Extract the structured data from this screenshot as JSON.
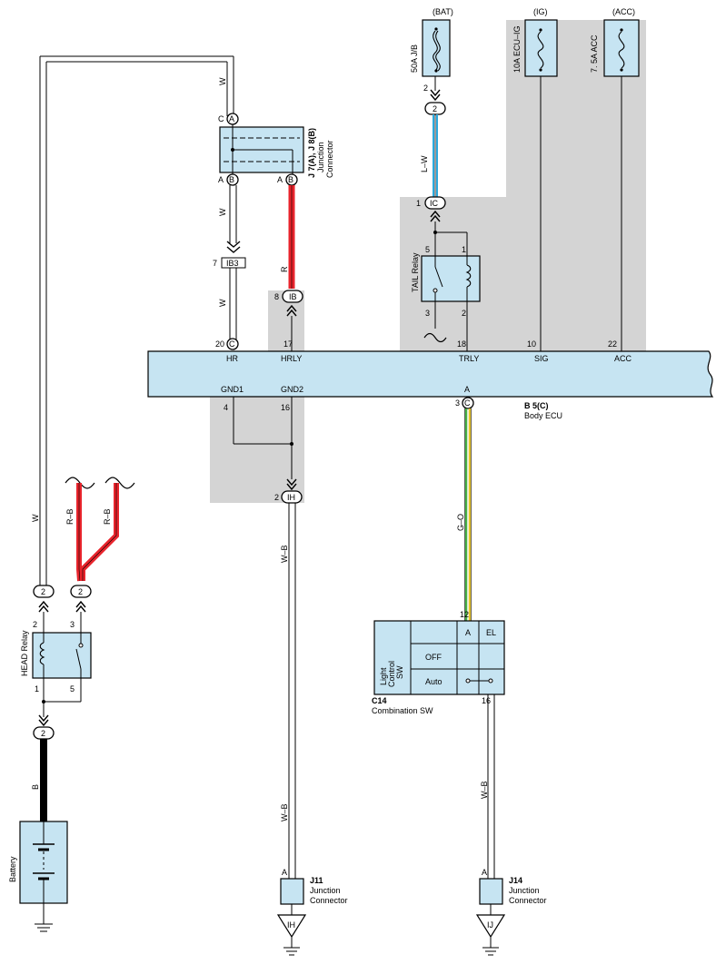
{
  "colors": {
    "shade": "#d4d4d4",
    "fill": "#c6e4f2",
    "red": "#e8242c",
    "blue": "#2aa8dc",
    "green": "#49b048",
    "yellow": "#e7c52a"
  },
  "power": {
    "bat": "(BAT)",
    "ig": "(IG)",
    "acc": "(ACC)",
    "bat_fuse": "50A J/B",
    "ig_fuse": "10A ECU–IG",
    "acc_fuse": "7. 5A ACC"
  },
  "jc_top": {
    "id": "J 7(A), J 8(B)",
    "line1": "Junction",
    "line2": "Connector",
    "pin_c": "C",
    "pin_a_left": "A",
    "pin_a_right": "A",
    "term_a": "A",
    "term_b1": "B",
    "term_b2": "B"
  },
  "wires": {
    "w1": "W",
    "w2": "W",
    "w3": "W",
    "w4": "W",
    "r": "R",
    "lw": "L–W",
    "rb1": "R–B",
    "rb2": "R–B",
    "wb1": "W–B",
    "wb2": "W–B",
    "wb3": "W–B",
    "go": "G–O",
    "b": "B"
  },
  "conn": {
    "ib3": "IB3",
    "ib3_pin": "7",
    "ib": "IB",
    "ib_pin": "8",
    "ic": "IC",
    "ic_pin": "1",
    "ih": "IH",
    "ih_pin": "2",
    "c_hr": "C",
    "c_bot": "C",
    "c_bot_pin": "3",
    "bat_pin": "2",
    "head_c1": "2",
    "head_c2": "2",
    "batt_c": "2"
  },
  "tail_relay": {
    "label": "TAIL Relay",
    "p5": "5",
    "p1": "1",
    "p3": "3",
    "p2": "2"
  },
  "ecu": {
    "id": "B 5(C)",
    "name": "Body ECU",
    "p20": "20",
    "p17": "17",
    "p18": "18",
    "p10": "10",
    "p22": "22",
    "hr": "HR",
    "hrly": "HRLY",
    "trly": "TRLY",
    "sig": "SIG",
    "acc": "ACC",
    "gnd1": "GND1",
    "gnd2": "GND2",
    "a": "A",
    "p4": "4",
    "p16": "16"
  },
  "head_relay": {
    "label": "HEAD Relay",
    "p2": "2",
    "p3": "3",
    "p1": "1",
    "p5": "5"
  },
  "battery": {
    "label": "Battery"
  },
  "combo": {
    "id": "C14",
    "name": "Combination SW",
    "col_a": "A",
    "col_el": "EL",
    "off": "OFF",
    "auto": "Auto",
    "sw1": "Light",
    "sw2": "Control",
    "sw3": "SW",
    "p12": "12",
    "p16": "16"
  },
  "j11": {
    "id": "J11",
    "l1": "Junction",
    "l2": "Connector",
    "pin": "A",
    "ground": "IH"
  },
  "j14": {
    "id": "J14",
    "l1": "Junction",
    "l2": "Connector",
    "pin": "A",
    "ground": "IJ"
  }
}
